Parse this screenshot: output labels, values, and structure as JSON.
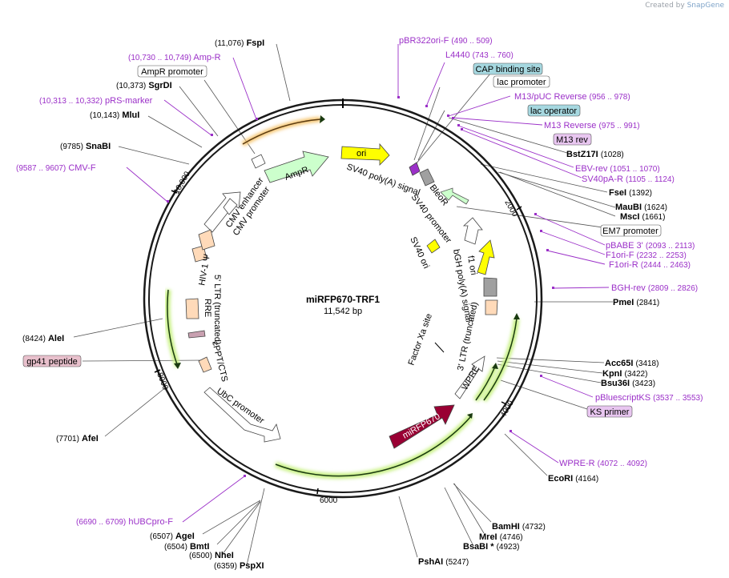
{
  "credit": {
    "prefix": "Created by",
    "brand": "SnapGene"
  },
  "plasmid": {
    "name": "miRFP670-TRF1",
    "length_label": "11,542 bp"
  },
  "ticks": [
    "2000",
    "4000",
    "6000",
    "8000",
    "10,000"
  ],
  "sites": [
    {
      "name": "FspI",
      "coord": "(11,076)"
    },
    {
      "name": "SgrDI",
      "coord": "(10,373)"
    },
    {
      "name": "MluI",
      "coord": "(10,143)"
    },
    {
      "name": "SnaBI",
      "coord": "(9785)"
    },
    {
      "name": "BstZ17I",
      "coord": "(1028)"
    },
    {
      "name": "FseI",
      "coord": "(1392)"
    },
    {
      "name": "MauBI",
      "coord": "(1624)"
    },
    {
      "name": "MscI",
      "coord": "(1661)"
    },
    {
      "name": "PmeI",
      "coord": "(2841)"
    },
    {
      "name": "Acc65I",
      "coord": "(3418)"
    },
    {
      "name": "KpnI",
      "coord": "(3422)"
    },
    {
      "name": "Bsu36I",
      "coord": "(3423)"
    },
    {
      "name": "EcoRI",
      "coord": "(4164)"
    },
    {
      "name": "BamHI",
      "coord": "(4732)"
    },
    {
      "name": "MreI",
      "coord": "(4746)"
    },
    {
      "name": "BsaBI *",
      "coord": "(4923)"
    },
    {
      "name": "PshAI",
      "coord": "(5247)"
    },
    {
      "name": "AleI",
      "coord": "(8424)"
    },
    {
      "name": "AfeI",
      "coord": "(7701)"
    },
    {
      "name": "AgeI",
      "coord": "(6507)"
    },
    {
      "name": "BmtI",
      "coord": "(6504)"
    },
    {
      "name": "NheI",
      "coord": "(6500)"
    },
    {
      "name": "PspXI",
      "coord": "(6359)"
    }
  ],
  "primers": [
    {
      "name": "pBR322ori-F",
      "coord": "(490 .. 509)"
    },
    {
      "name": "L4440",
      "coord": "(743 .. 760)"
    },
    {
      "name": "M13/pUC Reverse",
      "coord": "(956 .. 978)"
    },
    {
      "name": "M13 Reverse",
      "coord": "(975 .. 991)"
    },
    {
      "name": "EBV-rev",
      "coord": "(1051 .. 1070)"
    },
    {
      "name": "SV40pA-R",
      "coord": "(1105 .. 1124)"
    },
    {
      "name": "pBABE 3'",
      "coord": "(2093 .. 2113)"
    },
    {
      "name": "F1ori-F",
      "coord": "(2232 .. 2253)"
    },
    {
      "name": "F1ori-R",
      "coord": "(2444 .. 2463)"
    },
    {
      "name": "BGH-rev",
      "coord": "(2809 .. 2826)"
    },
    {
      "name": "pBluescriptKS",
      "coord": "(3537 .. 3553)"
    },
    {
      "name": "WPRE-R",
      "coord": "(4072 .. 4092)"
    },
    {
      "name": "Amp-R",
      "coord": "(10,730 .. 10,749)"
    },
    {
      "name": "pRS-marker",
      "coord": "(10,313 .. 10,332)"
    },
    {
      "name": "CMV-F",
      "coord": "(9587 .. 9607)"
    },
    {
      "name": "hUBCpro-F",
      "coord": "(6690 .. 6709)"
    }
  ],
  "boxed_labels": {
    "cap_binding": "CAP binding site",
    "lac_promoter": "lac promoter",
    "lac_operator": "lac operator",
    "m13_rev": "M13 rev",
    "em7_promoter": "EM7 promoter",
    "ks_primer": "KS primer",
    "ampr_promoter": "AmpR promoter",
    "gp41_peptide": "gp41 peptide"
  },
  "features": {
    "ori": "ori",
    "ampr": "AmpR",
    "sv40_polya": "SV40 poly(A) signal",
    "bleor": "BleoR",
    "sv40_promoter": "SV40 promoter",
    "sv40_ori": "SV40 ori",
    "f1_ori": "f1 ori",
    "bgh_polya": "bGH poly(A) signal",
    "ltr3": "3' LTR (truncated)",
    "factor_xa": "Factor Xa site",
    "wpre": "WPRE",
    "mirfp670": "miRFP670",
    "ubc_promoter": "UbC promoter",
    "cppt": "cPPT/CTS",
    "rre": "RRE",
    "ltr5": "5' LTR (truncated)",
    "hiv_psi": "HIV-1 Ψ",
    "cmv_promoter": "CMV promoter",
    "cmv_enhancer": "CMV enhancer"
  },
  "colors": {
    "backbone": "#1a1a1a",
    "primer": "#9b30c8",
    "ori": "#ffff00",
    "ampr": "#ccffcc",
    "mirfp": "#990033",
    "ltr": "#ffdab9",
    "cap_box": "#a6d8e0",
    "m13_box": "#e8c6f0",
    "gp41_box": "#e8c0cc",
    "orf_glow": "#c6f080"
  }
}
